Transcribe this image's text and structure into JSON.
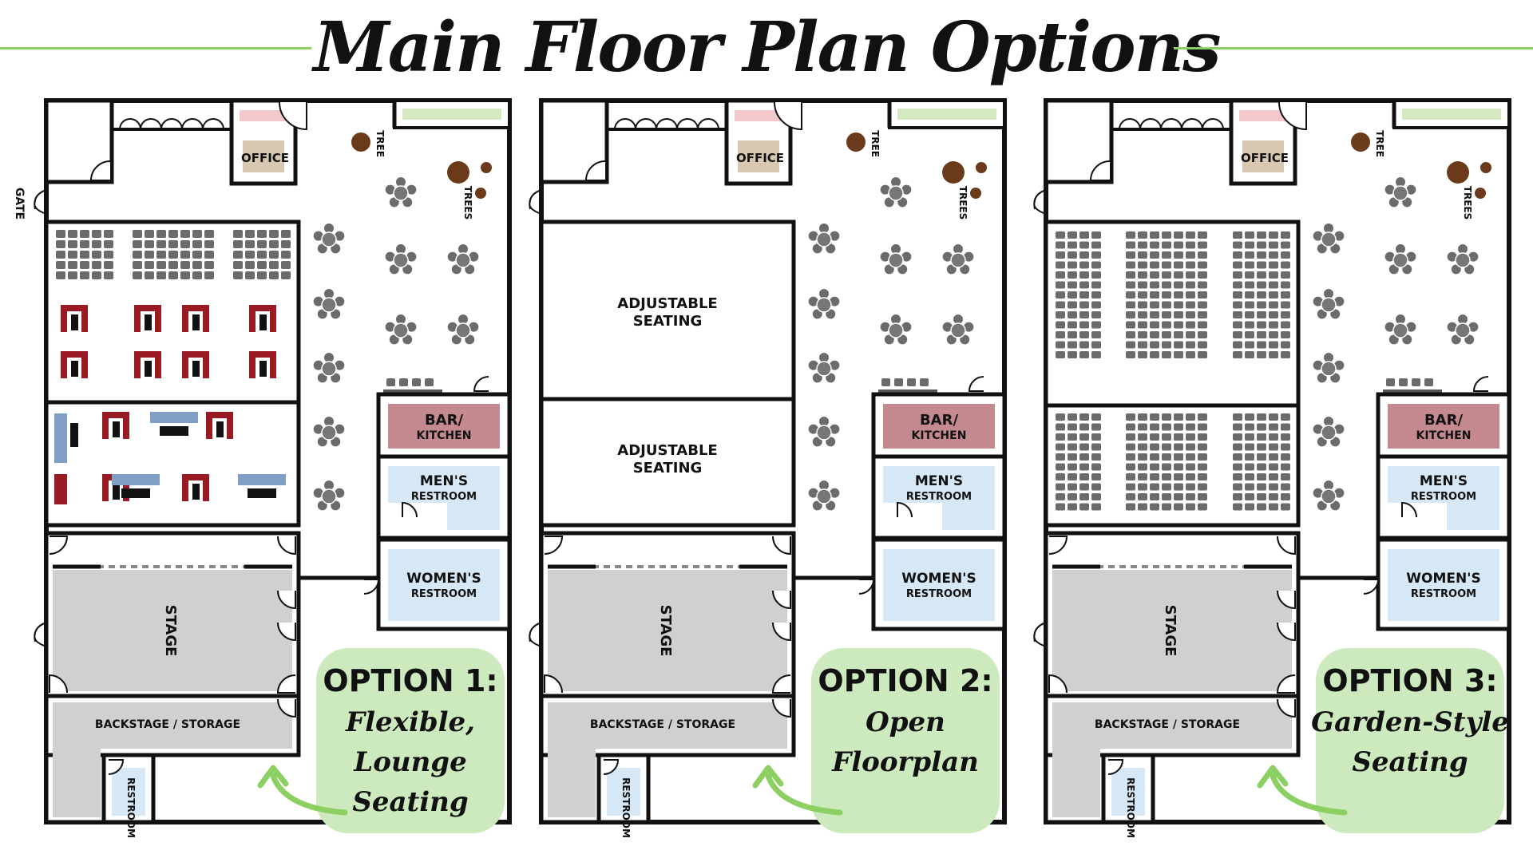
{
  "title": "Main Floor Plan Options",
  "colors": {
    "wall": "#111111",
    "accent_green": "#8ccf62",
    "option_box": "#cde9be",
    "office": "#d8c8b2",
    "bar_kitchen": "#c48a8f",
    "restroom": "#d6e8f5",
    "stage": "#d0d0d0",
    "chair": "#6b6b6b",
    "lounge_red": "#9b1b24",
    "lounge_blue": "#7f9fc4",
    "tree": "#6b3a1a",
    "shelf_pink": "#f2c8cc",
    "shelf_green": "#d5eac3"
  },
  "labels": {
    "office": "OFFICE",
    "tree": "TREE",
    "trees": "TREES",
    "gate": "GATE",
    "bar_line1": "BAR/",
    "bar_line2": "KITCHEN",
    "mens_line1": "MEN'S",
    "mens_line2": "RESTROOM",
    "womens_line1": "WOMEN'S",
    "womens_line2": "RESTROOM",
    "stage": "STAGE",
    "backstage": "BACKSTAGE / STORAGE",
    "restroom": "RESTROOM",
    "adjustable_line1": "ADJUSTABLE",
    "adjustable_line2": "SEATING"
  },
  "options": [
    {
      "heading": "OPTION 1:",
      "lines": [
        "Flexible,",
        "Lounge",
        "Seating"
      ],
      "layout": "lounge"
    },
    {
      "heading": "OPTION 2:",
      "lines": [
        "Open",
        "Floorplan"
      ],
      "layout": "open"
    },
    {
      "heading": "OPTION 3:",
      "lines": [
        "Garden-Style",
        "Seating"
      ],
      "layout": "garden"
    }
  ]
}
